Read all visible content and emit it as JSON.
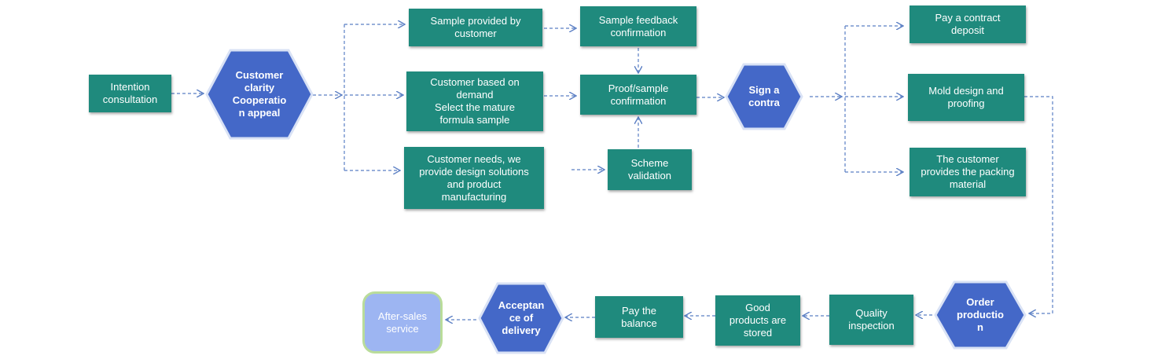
{
  "colors": {
    "box_fill": "#1f8a7d",
    "hex_fill": "#4468c8",
    "hex_stroke": "#d9e2f5",
    "arrow": "#5b7fc4",
    "pill_fill": "#9db5f2",
    "pill_border": "#b9dc9a"
  },
  "nodes": {
    "intention_consultation": "Intention\nconsultation",
    "customer_appeal": "Customer\nclarity\nCooperatio\nn appeal",
    "sample_provided": "Sample provided by\ncustomer",
    "sample_feedback": "Sample feedback\nconfirmation",
    "customer_based_on_demand": "Customer based on\ndemand\nSelect the mature\nformula sample",
    "proof_sample": "Proof/sample\nconfirmation",
    "customer_needs": "Customer needs, we\nprovide design solutions\nand product\nmanufacturing",
    "scheme_validation": "Scheme\nvalidation",
    "sign_contract": "Sign a\ncontra",
    "pay_deposit": "Pay a contract\ndeposit",
    "mold_design": "Mold design and\nproofing",
    "packing_material": "The customer\nprovides the packing\nmaterial",
    "order_production": "Order\nproductio\nn",
    "quality_inspection": "Quality\ninspection",
    "good_products": "Good\nproducts are\nstored",
    "pay_balance": "Pay the\nbalance",
    "acceptance_delivery": "Acceptan\nce of\ndelivery",
    "after_sales": "After-sales\nservice"
  }
}
